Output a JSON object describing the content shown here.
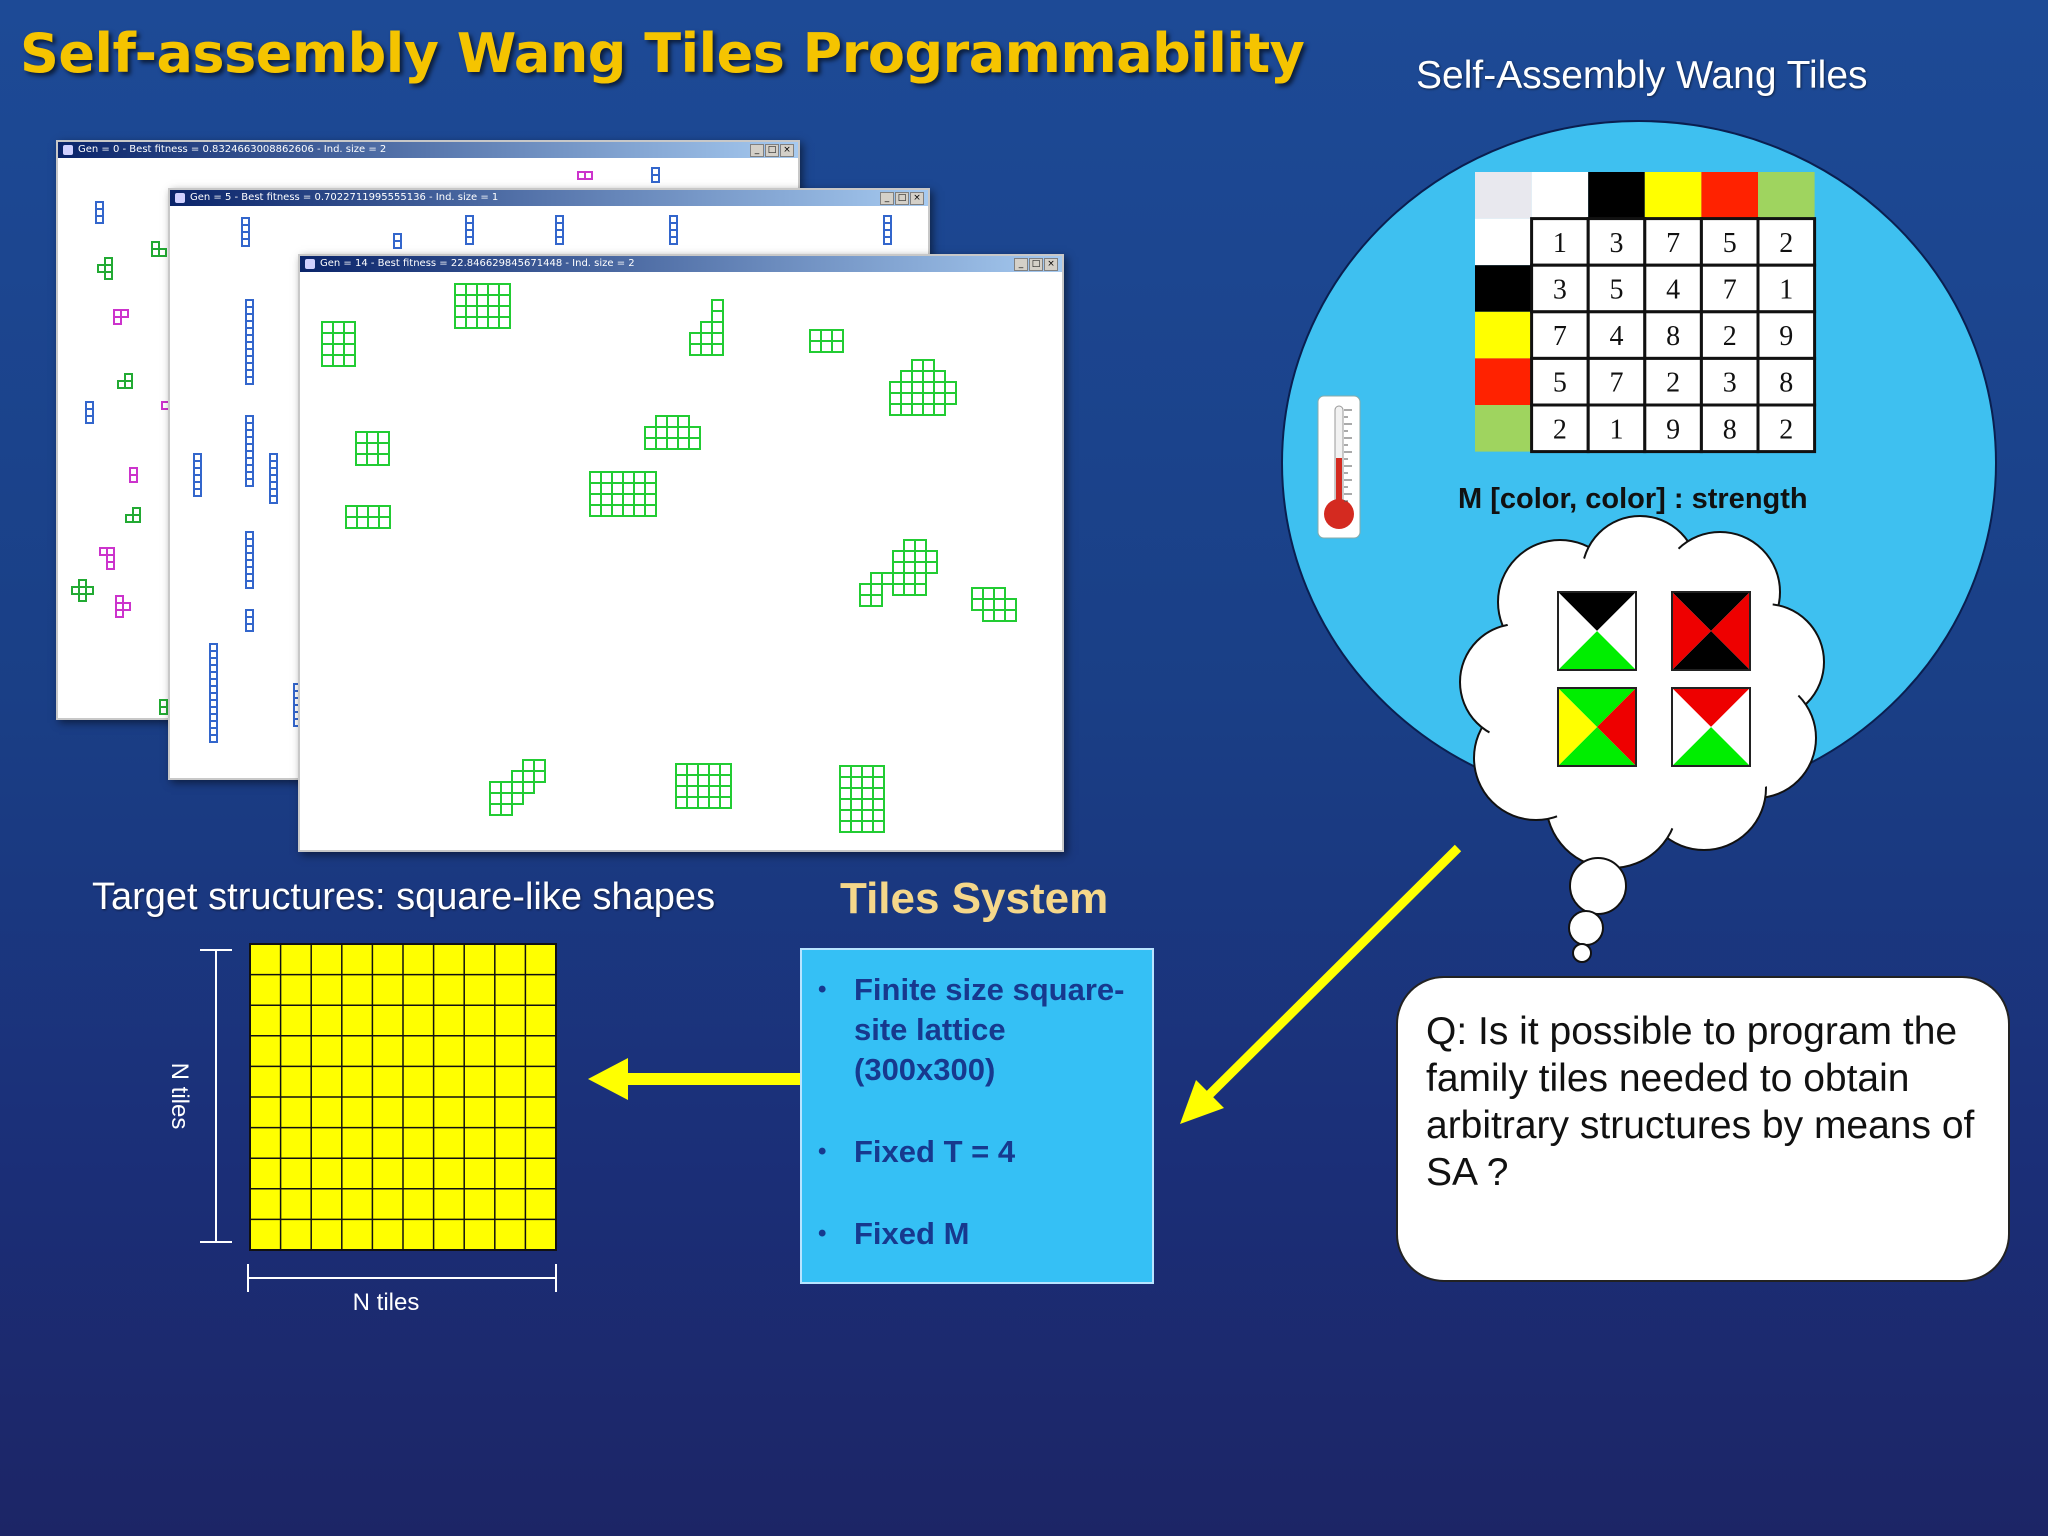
{
  "title": "Self-assembly Wang Tiles Programmability",
  "windows": [
    {
      "title": "Gen = 0 - Best fitness = 0.8324663008862606 - Ind. size = 2"
    },
    {
      "title": "Gen = 5 - Best fitness = 0.7022711995555136 - Ind. size = 1"
    },
    {
      "title": "Gen = 14 - Best fitness = 22.846629845671448 - Ind. size = 2"
    }
  ],
  "window_buttons": {
    "minimize": "_",
    "maximize": "□",
    "close": "×"
  },
  "target": {
    "caption": "Target structures: square-like shapes",
    "x_label": "N tiles",
    "y_label": "N tiles"
  },
  "tiles_system": {
    "heading": "Tiles System",
    "bullets": [
      "Finite size square-site lattice (300x300)",
      "Fixed T = 4",
      "Fixed M"
    ]
  },
  "wang": {
    "heading": "Self-Assembly Wang Tiles",
    "matrix_label": "M [color, color] : strength",
    "colors": [
      "#ffffff",
      "#000000",
      "#ffff00",
      "#ff2200",
      "#9fd45f"
    ],
    "matrix": [
      [
        1,
        3,
        7,
        5,
        2
      ],
      [
        3,
        5,
        4,
        7,
        1
      ],
      [
        7,
        4,
        8,
        2,
        9
      ],
      [
        5,
        7,
        2,
        3,
        8
      ],
      [
        2,
        1,
        9,
        8,
        2
      ]
    ]
  },
  "question": "Q: Is it possible to program the family tiles needed to obtain arbitrary structures by means of SA ?",
  "colors": {
    "title": "#f5c400",
    "accent_arrow": "#ffff00",
    "target_grid": "#ffff00",
    "box": "#35c0f5",
    "circle": "#3ec0f0"
  }
}
